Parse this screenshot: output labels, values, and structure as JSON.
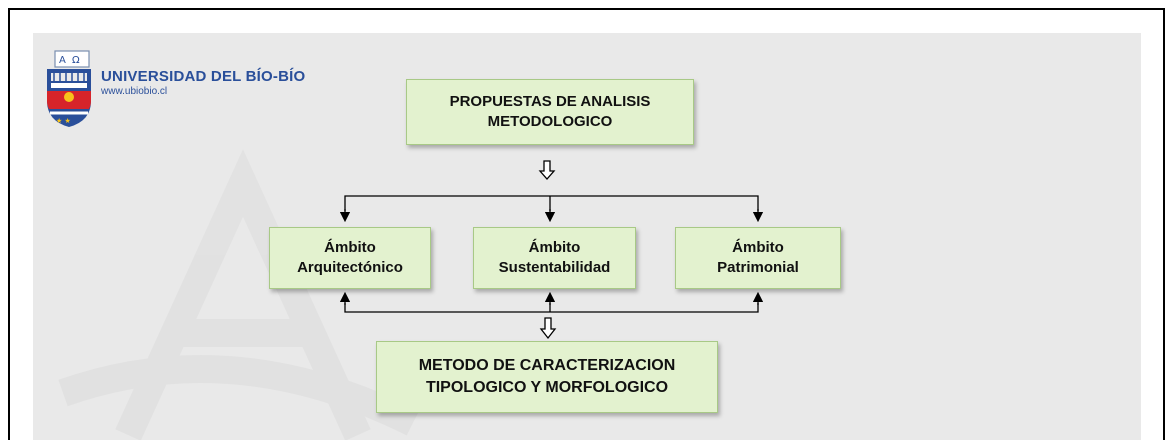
{
  "header": {
    "university_name": "UNIVERSIDAD DEL BÍO-BÍO",
    "website": "www.ubiobio.cl"
  },
  "diagram": {
    "top_box": "PROPUESTAS DE ANALISIS\nMETODOLOGICO",
    "scopes": [
      "Ámbito\nArquitectónico",
      "Ámbito\nSustentabilidad",
      "Ámbito\nPatrimonial"
    ],
    "bottom_box": "METODO DE CARACTERIZACION\nTIPOLOGICO Y MORFOLOGICO"
  },
  "colors": {
    "box_fill": "#e3f2cf",
    "box_border": "#a8c986",
    "slide_background": "#e9e9e9",
    "logo_text": "#2a4f9a"
  }
}
